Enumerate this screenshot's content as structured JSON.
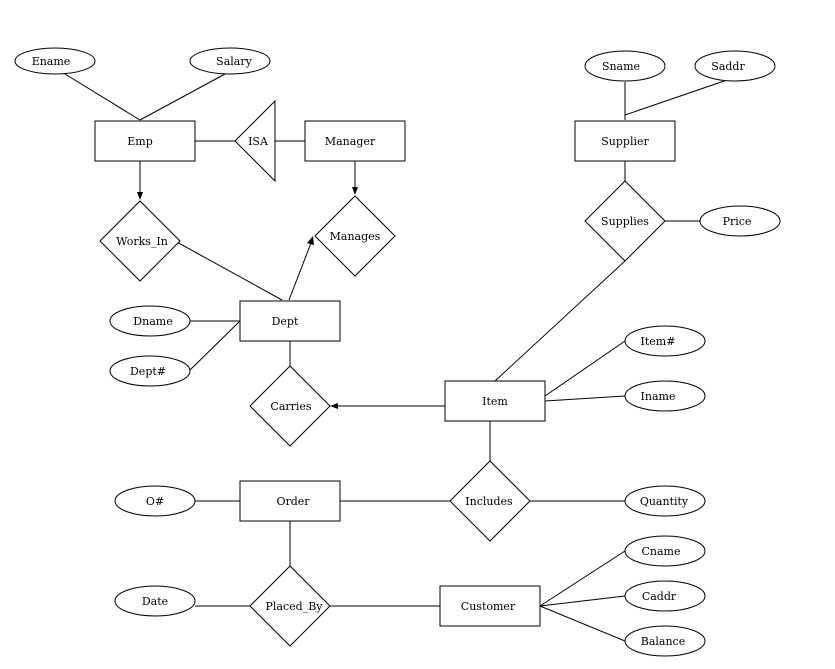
{
  "diagram": {
    "entities": {
      "emp": "Emp",
      "manager": "Manager",
      "supplier": "Supplier",
      "dept": "Dept",
      "item": "Item",
      "order": "Order",
      "customer": "Customer"
    },
    "relationships": {
      "works_in": "Works_In",
      "manages": "Manages",
      "supplies": "Supplies",
      "carries": "Carries",
      "includes": "Includes",
      "placed_by": "Placed_By"
    },
    "isa": "ISA",
    "attributes": {
      "ename": "Ename",
      "salary": "Salary",
      "sname": "Sname",
      "saddr": "Saddr",
      "price": "Price",
      "dname": "Dname",
      "dept_no": "Dept#",
      "item_no": "Item#",
      "iname": "Iname",
      "order_no": "O#",
      "quantity": "Quantity",
      "date": "Date",
      "cname": "Cname",
      "caddr": "Caddr",
      "balance": "Balance"
    }
  }
}
